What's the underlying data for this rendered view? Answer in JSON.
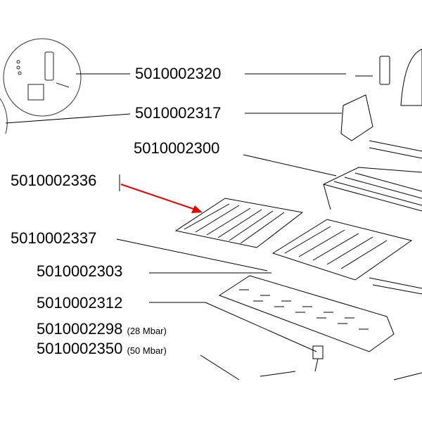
{
  "labels": {
    "p2320": "5010002320",
    "p2317": "5010002317",
    "p2300": "5010002300",
    "p2336": "5010002336",
    "p2337": "5010002337",
    "p2303": "5010002303",
    "p2312": "5010002312",
    "p2298": "5010002298",
    "p2298_note": "(28 Mbar)",
    "p2350": "5010002350",
    "p2350_note": "(50 Mbar)"
  },
  "colors": {
    "highlight_arrow": "#e00000",
    "line": "#000000"
  }
}
